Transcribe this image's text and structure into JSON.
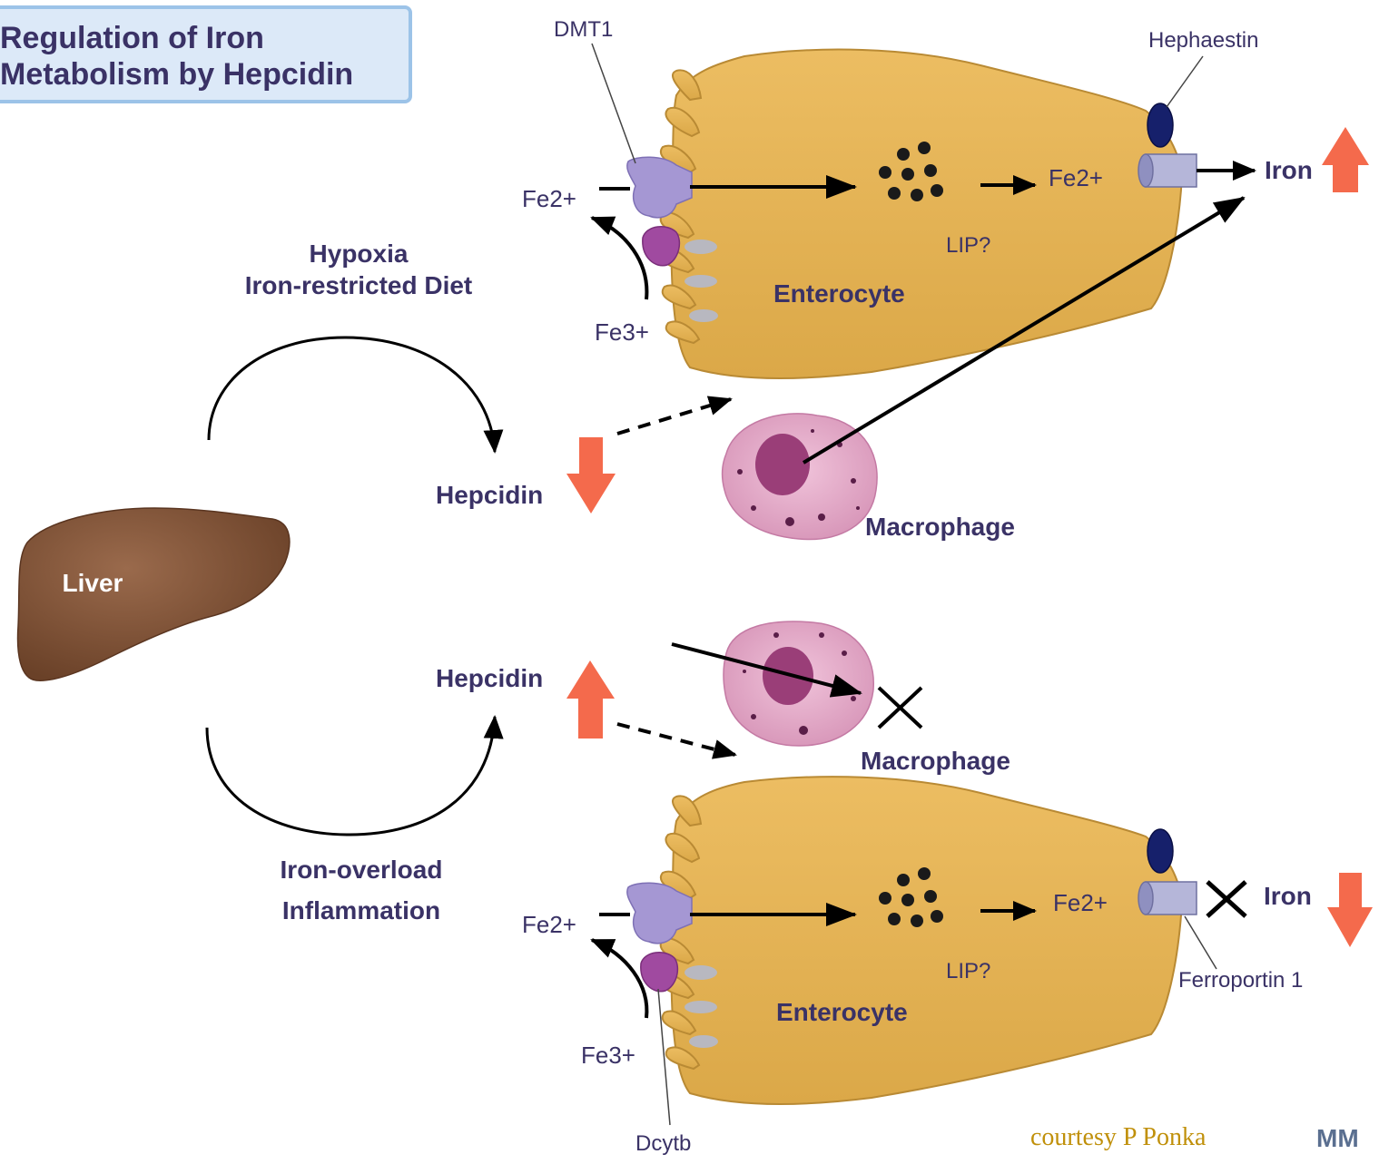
{
  "title": {
    "line1": "Regulation of Iron",
    "line2": "Metabolism by Hepcidin"
  },
  "liver": {
    "label": "Liver"
  },
  "top_pathway": {
    "condition_line1": "Hypoxia",
    "condition_line2": "Iron-restricted Diet",
    "hepcidin_label": "Hepcidin",
    "hepcidin_change": "decrease",
    "macrophage_label": "Macrophage",
    "enterocyte_label": "Enterocyte",
    "lip_label": "LIP?",
    "fe2_in": "Fe2+",
    "fe3": "Fe3+",
    "fe2_out": "Fe2+",
    "iron_label": "Iron",
    "iron_change": "increase",
    "dmt1_label": "DMT1",
    "hephaestin_label": "Hephaestin"
  },
  "bottom_pathway": {
    "condition_line1": "Iron-overload",
    "condition_line2": "Inflammation",
    "hepcidin_label": "Hepcidin",
    "hepcidin_change": "increase",
    "macrophage_label": "Macrophage",
    "enterocyte_label": "Enterocyte",
    "lip_label": "LIP?",
    "fe2_in": "Fe2+",
    "fe3": "Fe3+",
    "fe2_out": "Fe2+",
    "iron_label": "Iron",
    "iron_change": "decrease",
    "ferroportin_label": "Ferroportin 1",
    "dcytb_label": "Dcytb"
  },
  "credit": "courtesy  P Ponka",
  "logo_text": "MM",
  "colors": {
    "cell_body": "#e3b054",
    "cell_edge": "#b98a34",
    "liver": "#7d5238",
    "arrow_red": "#f46a4c",
    "dmt1": "#a597d3",
    "dcytb": "#a04aa0",
    "hephaestin": "#16206b",
    "ferroportin": "#b5b6d9",
    "macrophage": "#e2a9c8",
    "nucleus": "#9a3e78",
    "text": "#3a3266",
    "title_box_fill": "#dce9f8",
    "title_box_stroke": "#9cc3e8"
  }
}
